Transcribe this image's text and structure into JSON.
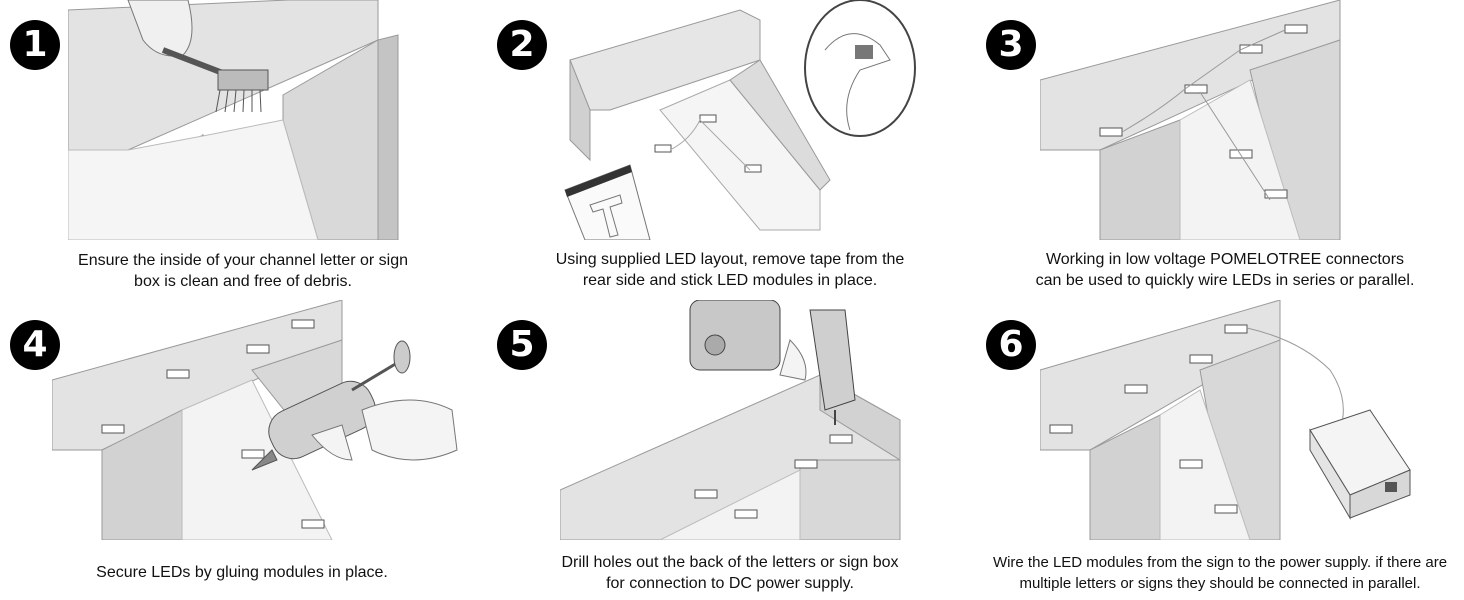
{
  "steps": [
    {
      "number": "1",
      "caption": [
        "Ensure the inside of your channel letter or sign",
        "box is clean and free of debris."
      ]
    },
    {
      "number": "2",
      "caption": [
        "Using supplied LED layout, remove tape from the",
        "rear side and stick LED modules in place."
      ]
    },
    {
      "number": "3",
      "caption": [
        "Working in low voltage POMELOTREE connectors",
        "can be used to quickly wire LEDs in series or parallel."
      ]
    },
    {
      "number": "4",
      "caption": [
        "Secure LEDs by gluing modules in place."
      ]
    },
    {
      "number": "5",
      "caption": [
        "Drill holes out the back of the letters or sign box",
        "for connection to DC power supply."
      ]
    },
    {
      "number": "6",
      "caption": [
        "Wire the LED modules from the sign to the power supply. if there are",
        "multiple letters or signs they should be connected in parallel."
      ]
    }
  ],
  "icons": {
    "step1": "brush-cleaning-icon",
    "step2": "led-layout-template-icon",
    "step3": "led-connector-icon",
    "step4": "glue-gun-icon",
    "step5": "drill-icon",
    "step6": "power-supply-icon"
  }
}
